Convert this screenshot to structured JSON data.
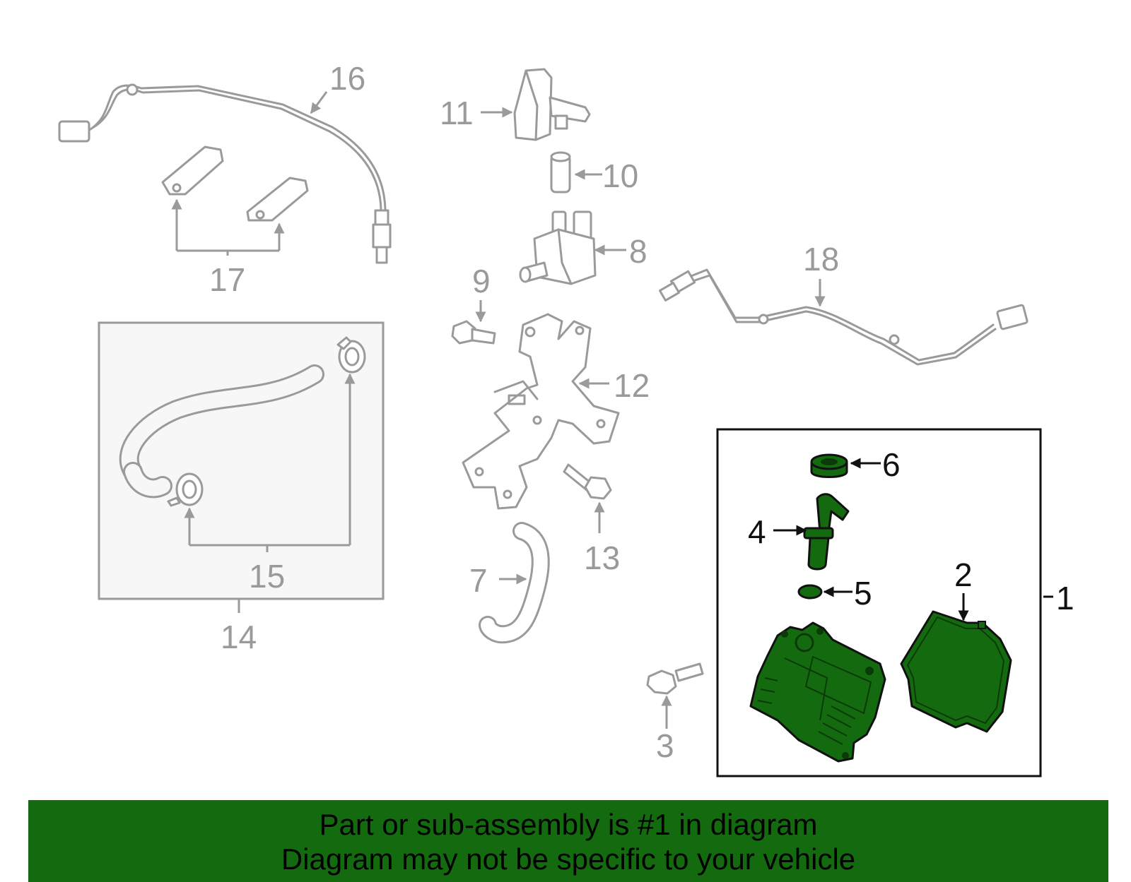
{
  "callouts": {
    "c1": "1",
    "c2": "2",
    "c3": "3",
    "c4": "4",
    "c5": "5",
    "c6": "6",
    "c7": "7",
    "c8": "8",
    "c9": "9",
    "c10": "10",
    "c11": "11",
    "c12": "12",
    "c13": "13",
    "c14": "14",
    "c15": "15",
    "c16": "16",
    "c17": "17",
    "c18": "18"
  },
  "banner": {
    "line1": "Part or sub-assembly is #1 in diagram",
    "line2": "Diagram may not be specific to your vehicle"
  },
  "colors": {
    "highlight_green": "#146b0f",
    "gray_parts": "#9a9a9a",
    "box_fill": "#f7f7f7"
  }
}
